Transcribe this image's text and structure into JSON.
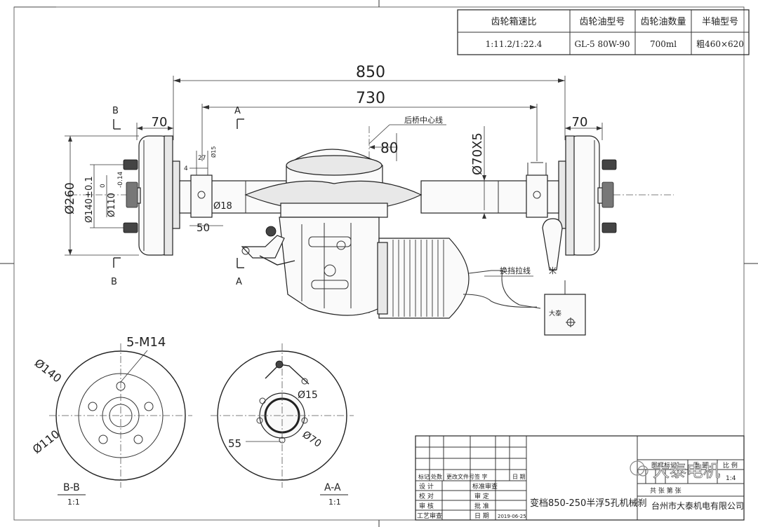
{
  "spec_table": {
    "headers": [
      "齿轮箱速比",
      "齿轮油型号",
      "齿轮油数量",
      "半轴型号"
    ],
    "values": [
      "1:11.2/1:22.4",
      "GL-5 80W-90",
      "700ml",
      "粗460×620"
    ]
  },
  "dimensions": {
    "overall_length": "850",
    "inner_length": "730",
    "left_end": "70",
    "right_end": "70",
    "center_offset": "80",
    "tube_dia": "Ø70X5",
    "hub_dia": "Ø260",
    "pcd_dia": "Ø140±0.1",
    "bore_dia": "Ø110",
    "bore_tol_upper": "0",
    "bore_tol_lower": "-0.14",
    "hole_dia": "Ø18",
    "bracket_spacing": "50",
    "small_27": "27",
    "small_4": "4",
    "small_15": "Ø15",
    "thread_label": "5-M14",
    "view_b_pcd": "Ø140",
    "view_b_bore": "Ø110",
    "view_a_hole": "Ø15",
    "view_a_dia": "Ø70",
    "view_a_dim": "55"
  },
  "annotations": {
    "rear_axle_centerline": "后桥中心线",
    "shift_cable": "换挡拉线",
    "shift_cable_unit": "米",
    "brand_mark": "大泰",
    "section_b_top": "B",
    "section_b_bottom": "B",
    "section_a_top": "A",
    "section_a_bottom": "A"
  },
  "views": {
    "b_b_label": "B-B",
    "b_b_scale": "1:1",
    "a_a_label": "A-A",
    "a_a_scale": "1:1"
  },
  "title_block": {
    "row_labels": [
      "标记",
      "处数",
      "更改文件号",
      "签 字",
      "日 期"
    ],
    "design": "设 计",
    "std_review": "标准审查",
    "check": "校 对",
    "approve_mid": "审 定",
    "review": "审 核",
    "ratify": "批 准",
    "process": "工艺审查",
    "date_label": "日 期",
    "date": "2019-06-25",
    "drawing_name": "变档850-250半浮5孔机械刹",
    "mark_label": "图样标记",
    "weight_label": "重 量",
    "scale_label": "比 例",
    "scale_value": "1:4",
    "sheet": "共  张  第  张",
    "company": "台州市大泰机电有限公司"
  },
  "watermark": {
    "text": "大泰电机"
  }
}
